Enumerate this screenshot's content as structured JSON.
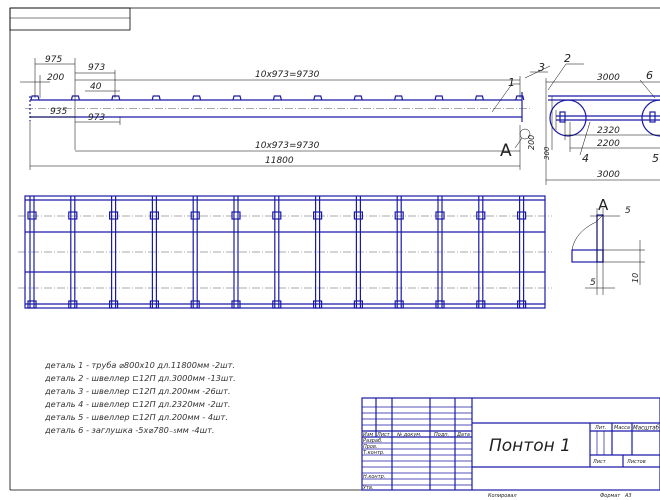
{
  "elevation": {
    "dims": {
      "d975": "975",
      "d200": "200",
      "d973a": "973",
      "d40": "40",
      "d10x973top": "10x973=9730",
      "d935": "935",
      "d973b": "973",
      "d10x973bottom": "10x973=9730",
      "d11800": "11800"
    },
    "view_label": "A",
    "callouts": {
      "c1": "1",
      "c3": "3"
    },
    "dim_200_side": "200"
  },
  "side_view": {
    "dims": {
      "top": "3000",
      "d2320": "2320",
      "d2200": "2200",
      "bottom": "3000",
      "d300": "300"
    },
    "callouts": {
      "c2": "2",
      "c4": "4",
      "c5": "5",
      "c6": "6"
    }
  },
  "section_a": {
    "label": "A",
    "dims": {
      "top": "5",
      "bottom": "5",
      "right": "10"
    }
  },
  "parts_list": [
    "деталь 1 - труба ⌀800х10 дл.11800мм -2шт.",
    "деталь 2 - швеллер ⊏12П дл.3000мм -13шт.",
    "деталь 3 - швеллер ⊏12П дл.200мм  -26шт.",
    "деталь 4 - швеллер ⊏12П дл.2320мм -2шт.",
    "деталь 5 - швеллер ⊏12П дл.200мм  - 4шт.",
    "деталь 6 - заглушка  -5х⌀780₋₅мм   -4шт."
  ],
  "title_block": {
    "title": "Понтон 1",
    "col_headers": {
      "izm": "Изм",
      "list": "Лист",
      "doc": "№ докум.",
      "sign": "Подп.",
      "date": "Дата"
    },
    "rows": {
      "razrab": "Разраб.",
      "prov": "Пров.",
      "tkontr": "Т.контр.",
      "nkontr": "Н.контр.",
      "utv": "Утв."
    },
    "lit": "Лит.",
    "mass": "Масса",
    "scale": "Масштаб",
    "sheet": "Лист",
    "sheets": "Листов",
    "copied": "Копировал",
    "format_label": "Формат",
    "format": "A3"
  }
}
